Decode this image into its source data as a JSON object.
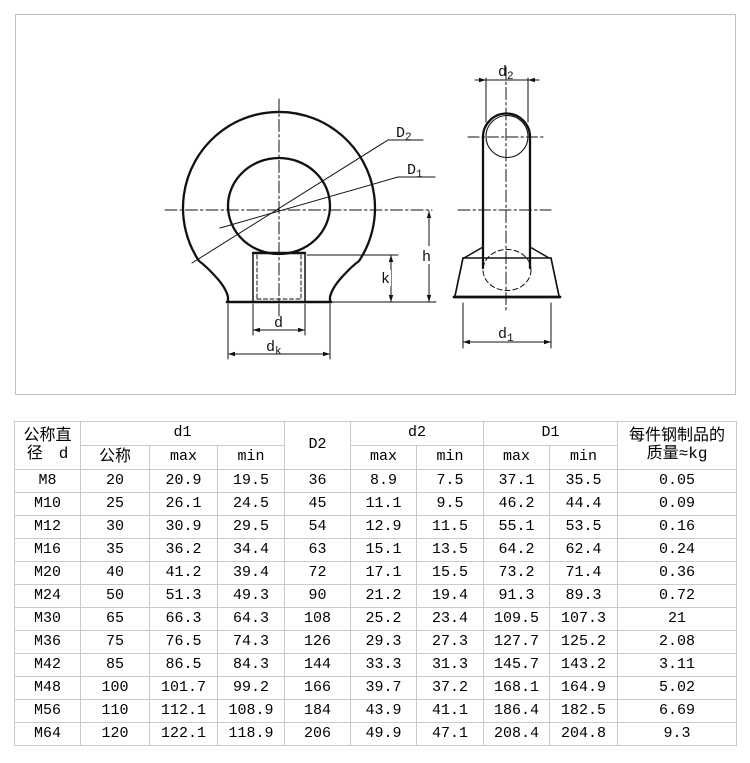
{
  "drawing": {
    "border_color": "#c0c0c0",
    "line_color": "#111111",
    "labels": {
      "D2": {
        "base": "D",
        "sub": "2"
      },
      "D1": {
        "base": "D",
        "sub": "1"
      },
      "d": {
        "base": "d",
        "sub": ""
      },
      "dk": {
        "base": "d",
        "sub": "k"
      },
      "k": {
        "base": "k",
        "sub": ""
      },
      "h": {
        "base": "h",
        "sub": ""
      },
      "d2_side": {
        "base": "d",
        "sub": "2"
      },
      "d1_side": {
        "base": "d",
        "sub": "1"
      }
    }
  },
  "table": {
    "header": {
      "col1": [
        "公称直",
        "径　d"
      ],
      "d1_group": "d1",
      "d1_sub": [
        "公称",
        "max",
        "min"
      ],
      "D2": "D2",
      "d2_group": "d2",
      "d2_sub": [
        "max",
        "min"
      ],
      "D1_group": "D1",
      "D1_sub": [
        "max",
        "min"
      ],
      "weight": [
        "每件钢制品的",
        "质量≈kg"
      ]
    },
    "rows": [
      [
        "M8",
        "20",
        "20.9",
        "19.5",
        "36",
        "8.9",
        "7.5",
        "37.1",
        "35.5",
        "0.05"
      ],
      [
        "M10",
        "25",
        "26.1",
        "24.5",
        "45",
        "11.1",
        "9.5",
        "46.2",
        "44.4",
        "0.09"
      ],
      [
        "M12",
        "30",
        "30.9",
        "29.5",
        "54",
        "12.9",
        "11.5",
        "55.1",
        "53.5",
        "0.16"
      ],
      [
        "M16",
        "35",
        "36.2",
        "34.4",
        "63",
        "15.1",
        "13.5",
        "64.2",
        "62.4",
        "0.24"
      ],
      [
        "M20",
        "40",
        "41.2",
        "39.4",
        "72",
        "17.1",
        "15.5",
        "73.2",
        "71.4",
        "0.36"
      ],
      [
        "M24",
        "50",
        "51.3",
        "49.3",
        "90",
        "21.2",
        "19.4",
        "91.3",
        "89.3",
        "0.72"
      ],
      [
        "M30",
        "65",
        "66.3",
        "64.3",
        "108",
        "25.2",
        "23.4",
        "109.5",
        "107.3",
        "21"
      ],
      [
        "M36",
        "75",
        "76.5",
        "74.3",
        "126",
        "29.3",
        "27.3",
        "127.7",
        "125.2",
        "2.08"
      ],
      [
        "M42",
        "85",
        "86.5",
        "84.3",
        "144",
        "33.3",
        "31.3",
        "145.7",
        "143.2",
        "3.11"
      ],
      [
        "M48",
        "100",
        "101.7",
        "99.2",
        "166",
        "39.7",
        "37.2",
        "168.1",
        "164.9",
        "5.02"
      ],
      [
        "M56",
        "110",
        "112.1",
        "108.9",
        "184",
        "43.9",
        "41.1",
        "186.4",
        "182.5",
        "6.69"
      ],
      [
        "M64",
        "120",
        "122.1",
        "118.9",
        "206",
        "49.9",
        "47.1",
        "208.4",
        "204.8",
        "9.3"
      ]
    ]
  }
}
